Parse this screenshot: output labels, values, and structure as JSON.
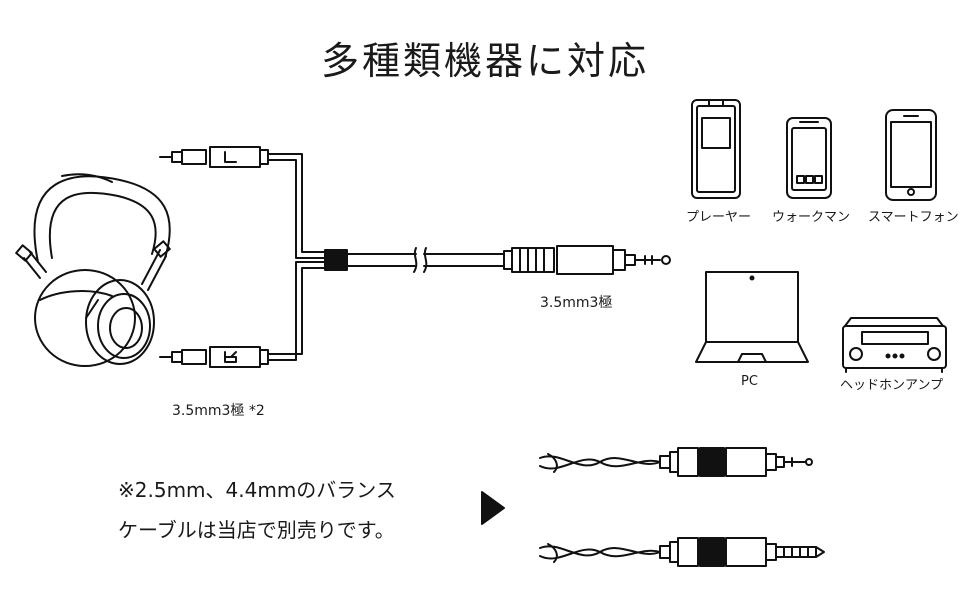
{
  "title": "多種類機器に対応",
  "cable": {
    "left_plug_label": "L",
    "right_plug_label": "R",
    "dual_plug_caption": "3.5mm3極 *2",
    "main_plug_caption": "3.5mm3極"
  },
  "devices": {
    "player": "プレーヤー",
    "walkman": "ウォークマン",
    "smartphone": "スマートフォン",
    "pc": "PC",
    "headphone_amp": "ヘッドホンアンプ"
  },
  "note": {
    "line1": "※2.5mm、4.4mmのバランス",
    "line2": "ケーブルは当店で別売りです。"
  }
}
